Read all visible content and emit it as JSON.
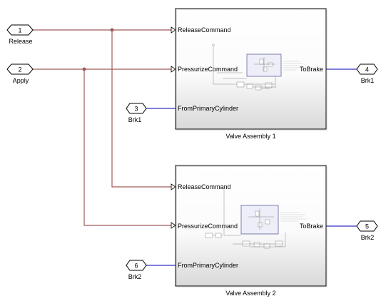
{
  "ports": [
    {
      "id": "in1",
      "number": "1",
      "label": "Release"
    },
    {
      "id": "in2",
      "number": "2",
      "label": "Apply"
    },
    {
      "id": "in3",
      "number": "3",
      "label": "Brk1"
    },
    {
      "id": "out4",
      "number": "4",
      "label": "Brk1"
    },
    {
      "id": "in6",
      "number": "6",
      "label": "Brk2"
    },
    {
      "id": "out5",
      "number": "5",
      "label": "Brk2"
    }
  ],
  "blocks": [
    {
      "title": "Valve Assembly 1",
      "inputs": [
        "ReleaseCommand",
        "PressurizeCommand",
        "FromPrimaryCylinder"
      ],
      "output": "ToBrake"
    },
    {
      "title": "Valve Assembly 2",
      "inputs": [
        "ReleaseCommand",
        "PressurizeCommand",
        "FromPrimaryCylinder"
      ],
      "output": "ToBrake"
    }
  ],
  "colors": {
    "signal_line": "#a05a5a",
    "physical_line": "#3030c0",
    "block_border": "#000000",
    "subsystem_fill": "#eeeef8"
  }
}
